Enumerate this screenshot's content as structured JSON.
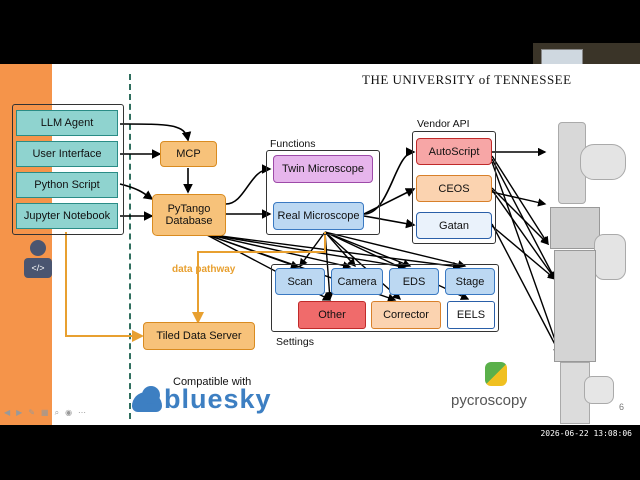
{
  "header": {
    "university": "THE UNIVERSITY of TENNESSEE"
  },
  "inputs": {
    "llm_agent": "LLM Agent",
    "user_interface": "User Interface",
    "python_script": "Python Script",
    "jupyter_notebook": "Jupyter Notebook"
  },
  "mcp": "MCP",
  "pytango": "PyTango Database",
  "functions": {
    "title": "Functions",
    "twin": "Twin Microscope",
    "real": "Real Microscope"
  },
  "vendor": {
    "title": "Vendor API",
    "autoscript": "AutoScript",
    "ceos": "CEOS",
    "gatan": "Gatan"
  },
  "settings": {
    "title": "Settings",
    "items": [
      "Scan",
      "Camera",
      "EDS",
      "Stage",
      "Other",
      "Corrector",
      "EELS"
    ]
  },
  "data_pathway": "data pathway",
  "tiled": "Tiled Data Server",
  "compatible": "Compatible with",
  "bluesky": "bluesky",
  "pycroscopy": "pycroscopy",
  "page_number": "6",
  "timestamp": "2026-06-22 13:08:06",
  "colors": {
    "accent": "#f5944a",
    "teal": "#8fd3cf",
    "orange": "#f7c27a",
    "blue": "#bcd8f2",
    "bluesky": "#3d7fc2"
  }
}
